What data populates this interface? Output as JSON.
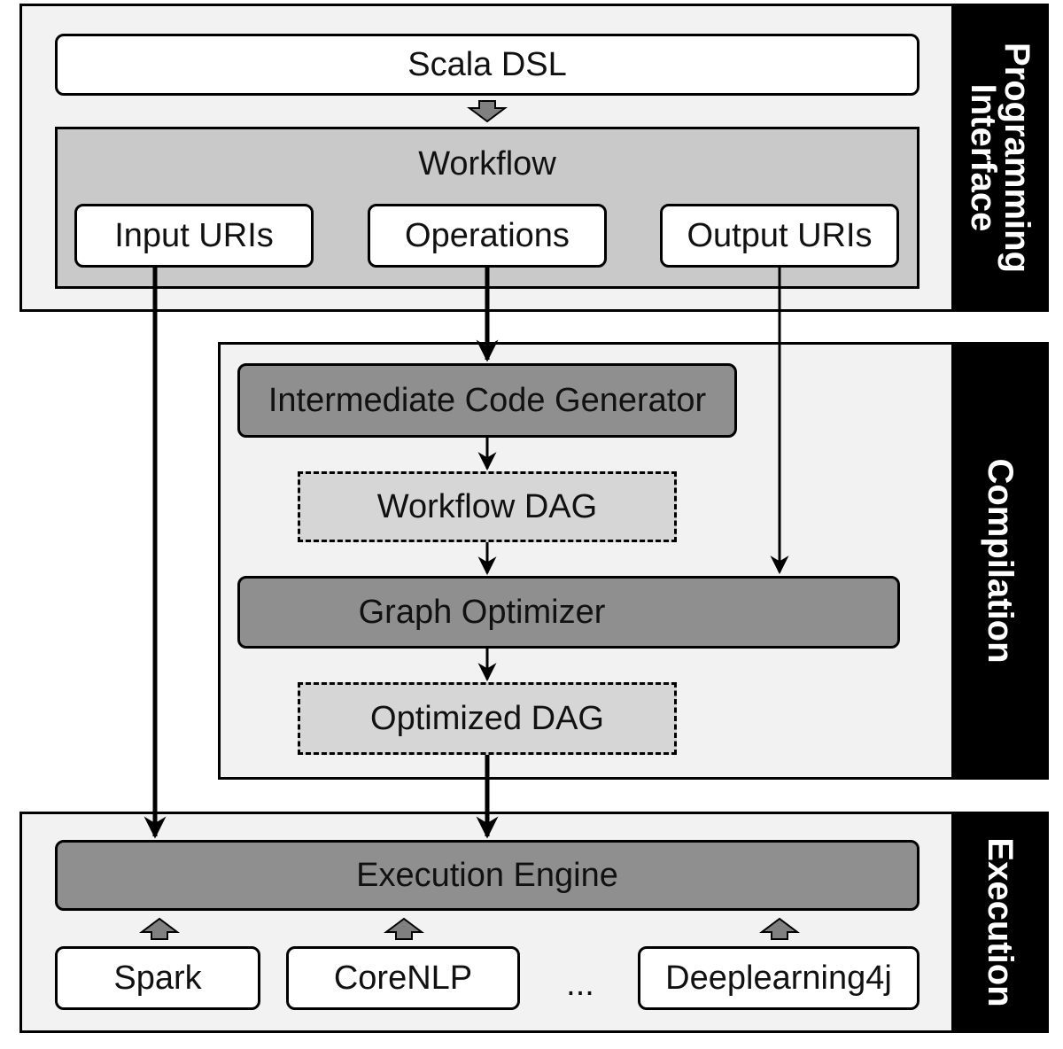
{
  "layers": {
    "programming_interface": {
      "label_line1": "Programming",
      "label_line2": "Interface"
    },
    "compilation": {
      "label": "Compilation"
    },
    "execution": {
      "label": "Execution"
    }
  },
  "programming": {
    "scala_dsl": "Scala DSL",
    "workflow": {
      "title": "Workflow",
      "input": "Input URIs",
      "operations": "Operations",
      "output": "Output URIs"
    }
  },
  "compilation": {
    "code_generator": "Intermediate Code Generator",
    "workflow_dag": "Workflow DAG",
    "graph_optimizer": "Graph Optimizer",
    "optimized_dag": "Optimized DAG"
  },
  "execution": {
    "engine": "Execution Engine",
    "backends": [
      "Spark",
      "CoreNLP",
      "...",
      "Deeplearning4j"
    ]
  },
  "colors": {
    "layer_bg": "#f2f2f2",
    "workflow_panel": "#c9c9c9",
    "dark_box": "#8f8f8f",
    "dag_box": "#d6d6d6",
    "border": "#000000"
  }
}
